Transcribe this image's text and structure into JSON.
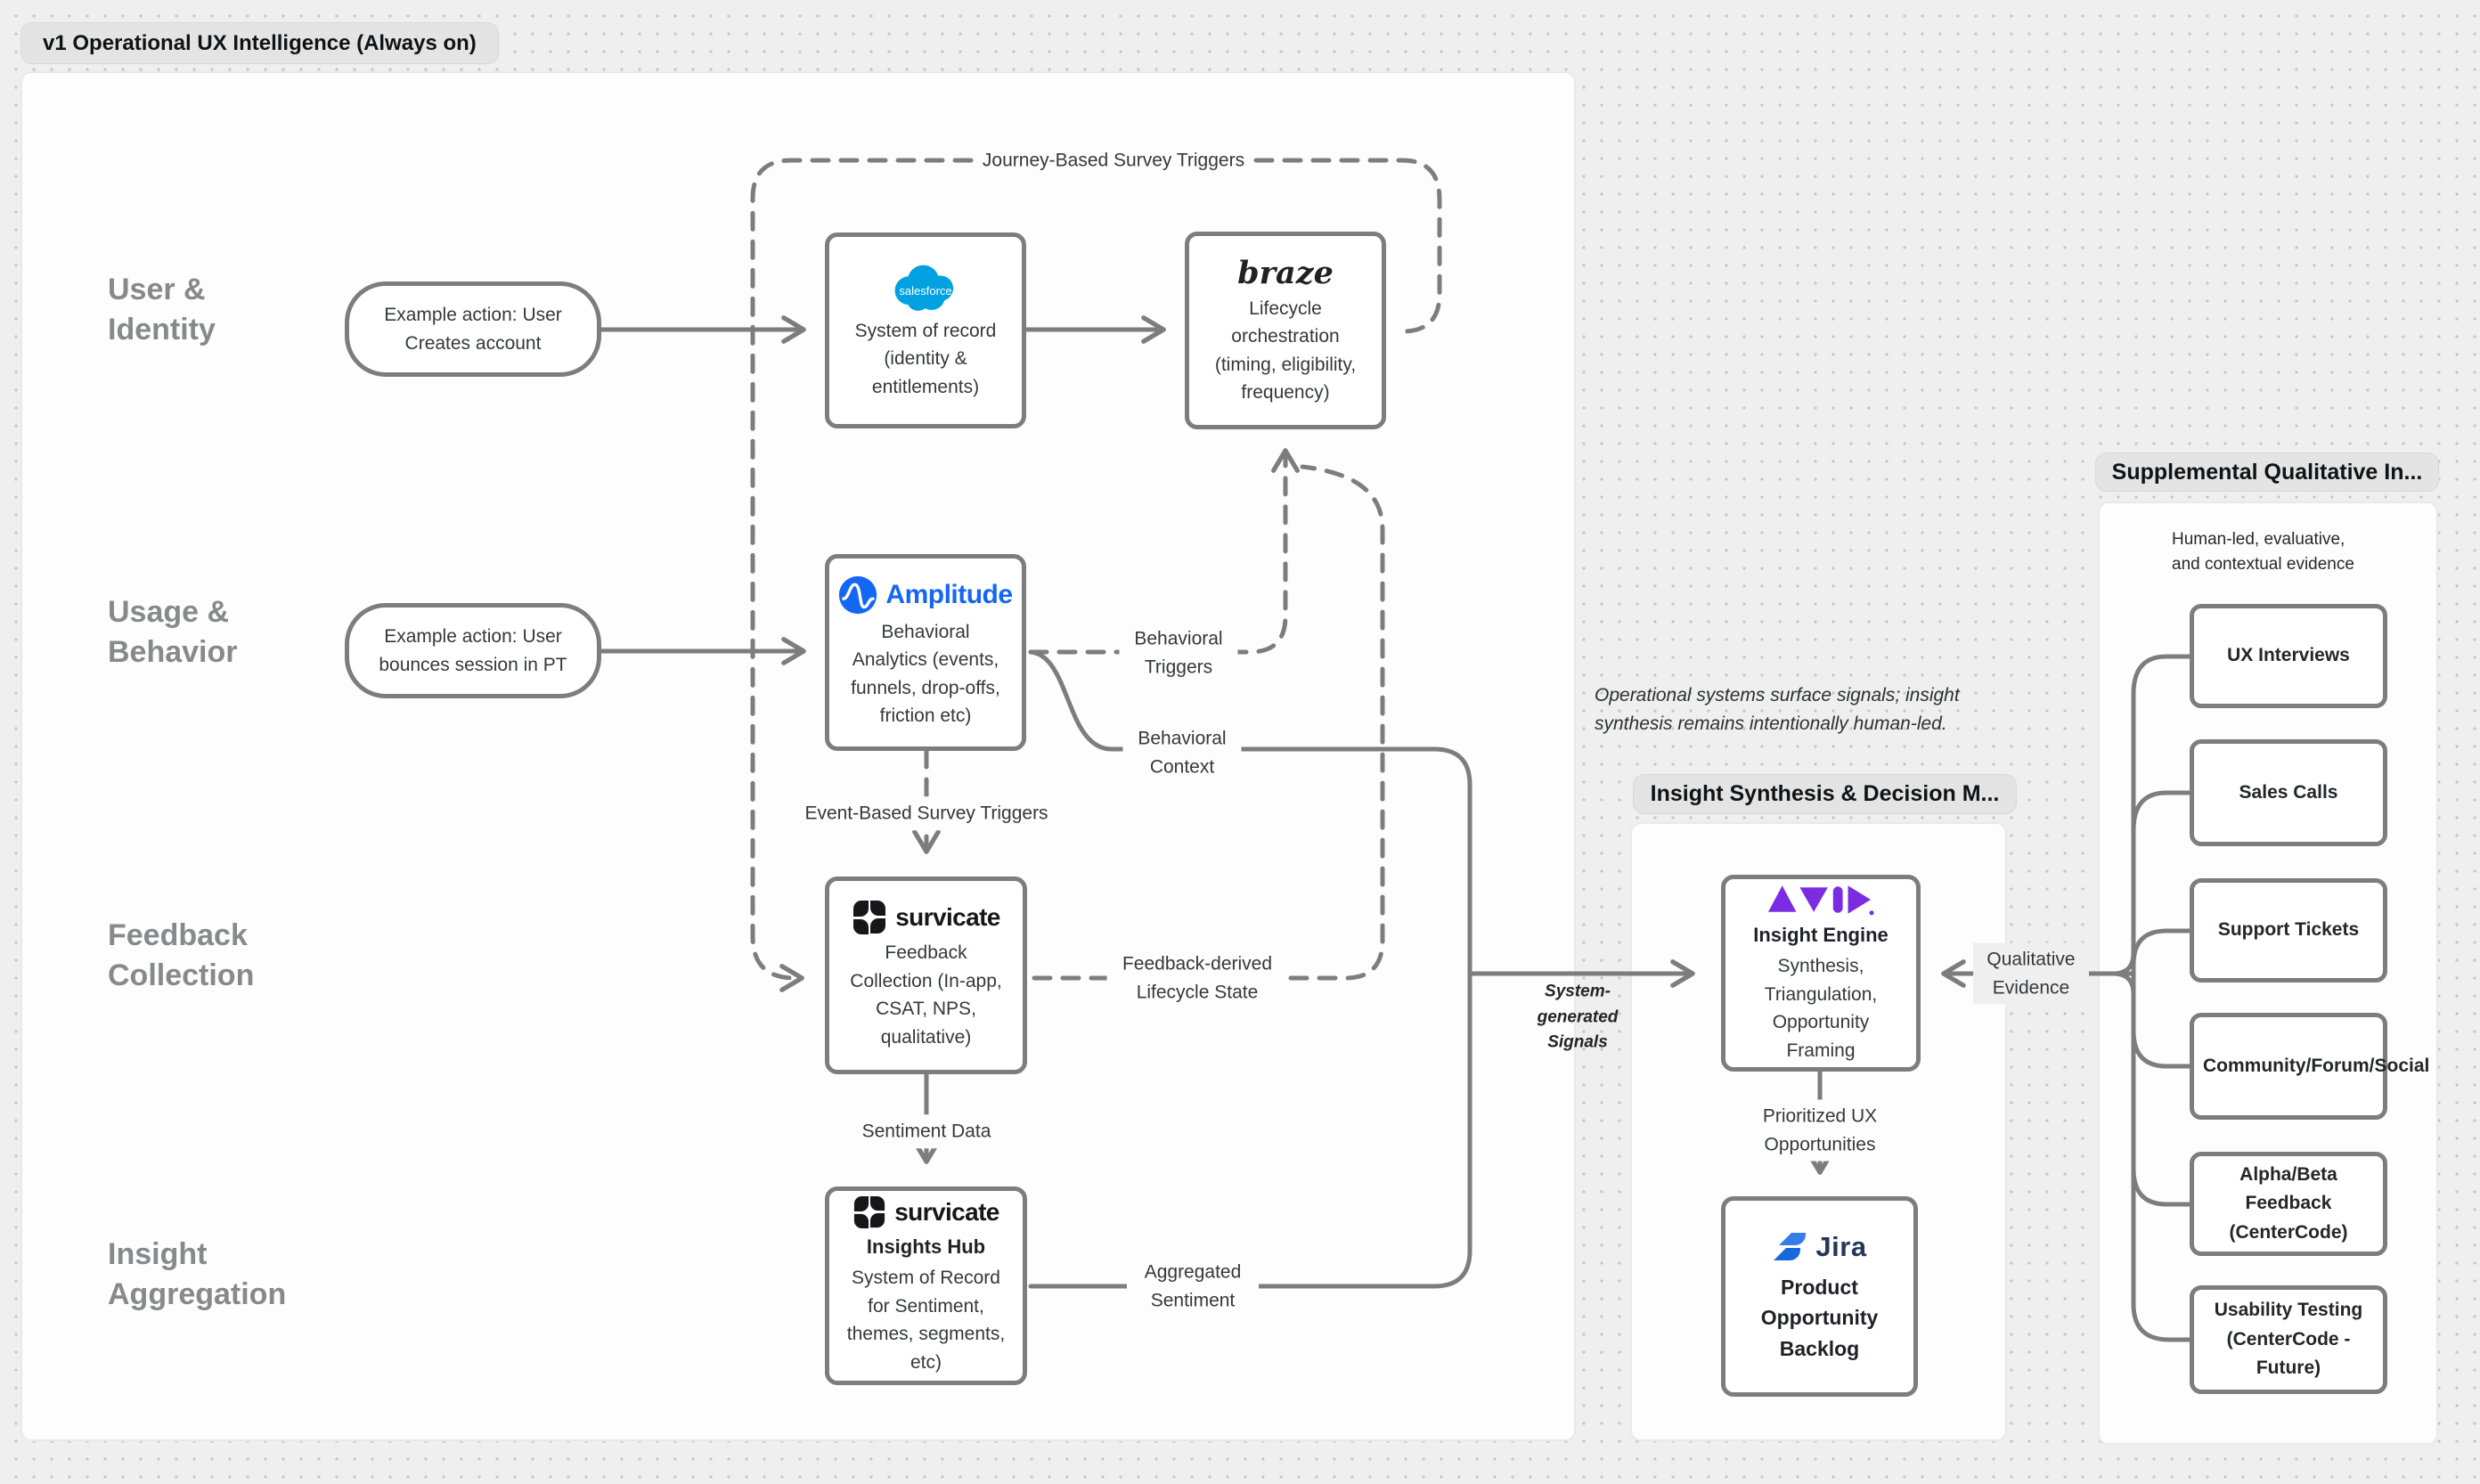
{
  "title": "v1 Operational UX Intelligence (Always on)",
  "row_labels": {
    "user": "User &\nIdentity",
    "usage": "Usage &\nBehavior",
    "feedback": "Feedback\nCollection",
    "insight": "Insight\nAggregation"
  },
  "pills": {
    "example_user": "Example action: User Creates account",
    "example_usage": "Example action: User bounces session in PT"
  },
  "sections": {
    "insight": {
      "header": "Insight Synthesis & Decision M..."
    },
    "supplemental": {
      "header": "Supplemental Qualitative In...",
      "note": "Human-led, evaluative, and contextual evidence",
      "boxes": [
        "UX Interviews",
        "Sales Calls",
        "Support Tickets",
        "Community/Forum/Social",
        "Alpha/Beta Feedback (CenterCode)",
        "Usability Testing (CenterCode - Future)"
      ]
    }
  },
  "nodes": {
    "salesforce": {
      "brand": "salesforce",
      "body": "System of record (identity & entitlements)"
    },
    "braze": {
      "brand": "braze",
      "body": "Lifecycle orchestration (timing, eligibility, frequency)"
    },
    "amplitude": {
      "brand": "Amplitude",
      "body": "Behavioral Analytics (events, funnels, drop-offs, friction etc)"
    },
    "survicate_feedback": {
      "brand": "survicate",
      "body": "Feedback Collection (In-app, CSAT, NPS, qualitative)"
    },
    "survicate_insights": {
      "brand": "survicate",
      "title": "Insights Hub",
      "body": "System of Record for Sentiment, themes, segments, etc)"
    },
    "insight_engine": {
      "title": "Insight Engine",
      "body": "Synthesis, Triangulation, Opportunity Framing"
    },
    "jira": {
      "brand": "Jira",
      "body": "Product Opportunity Backlog"
    }
  },
  "connector_labels": {
    "journey": "Journey-Based Survey Triggers",
    "event": "Event-Based Survey Triggers",
    "behavioral_triggers": "Behavioral Triggers",
    "behavioral_context": "Behavioral Context",
    "feedback_lifecycle": "Feedback-derived Lifecycle State",
    "sentiment": "Sentiment Data",
    "aggregated": "Aggregated Sentiment",
    "system_signals": "System-generated Signals",
    "qualitative": "Qualitative Evidence",
    "prioritized": "Prioritized UX Opportunities"
  },
  "notes": {
    "human_led": "Operational systems surface signals; insight synthesis remains intentionally human-led."
  },
  "colors": {
    "connector": "#7d7d7d",
    "salesforce_blue": "#00a1e0",
    "amplitude_blue": "#1467f2",
    "avid_purple": "#7b2ce2",
    "jira_blue": "#2684ff",
    "jira_dark_blue": "#1868db",
    "jira_text": "#253858",
    "survicate_black": "#17161a",
    "row_label_gray": "#87898c"
  }
}
